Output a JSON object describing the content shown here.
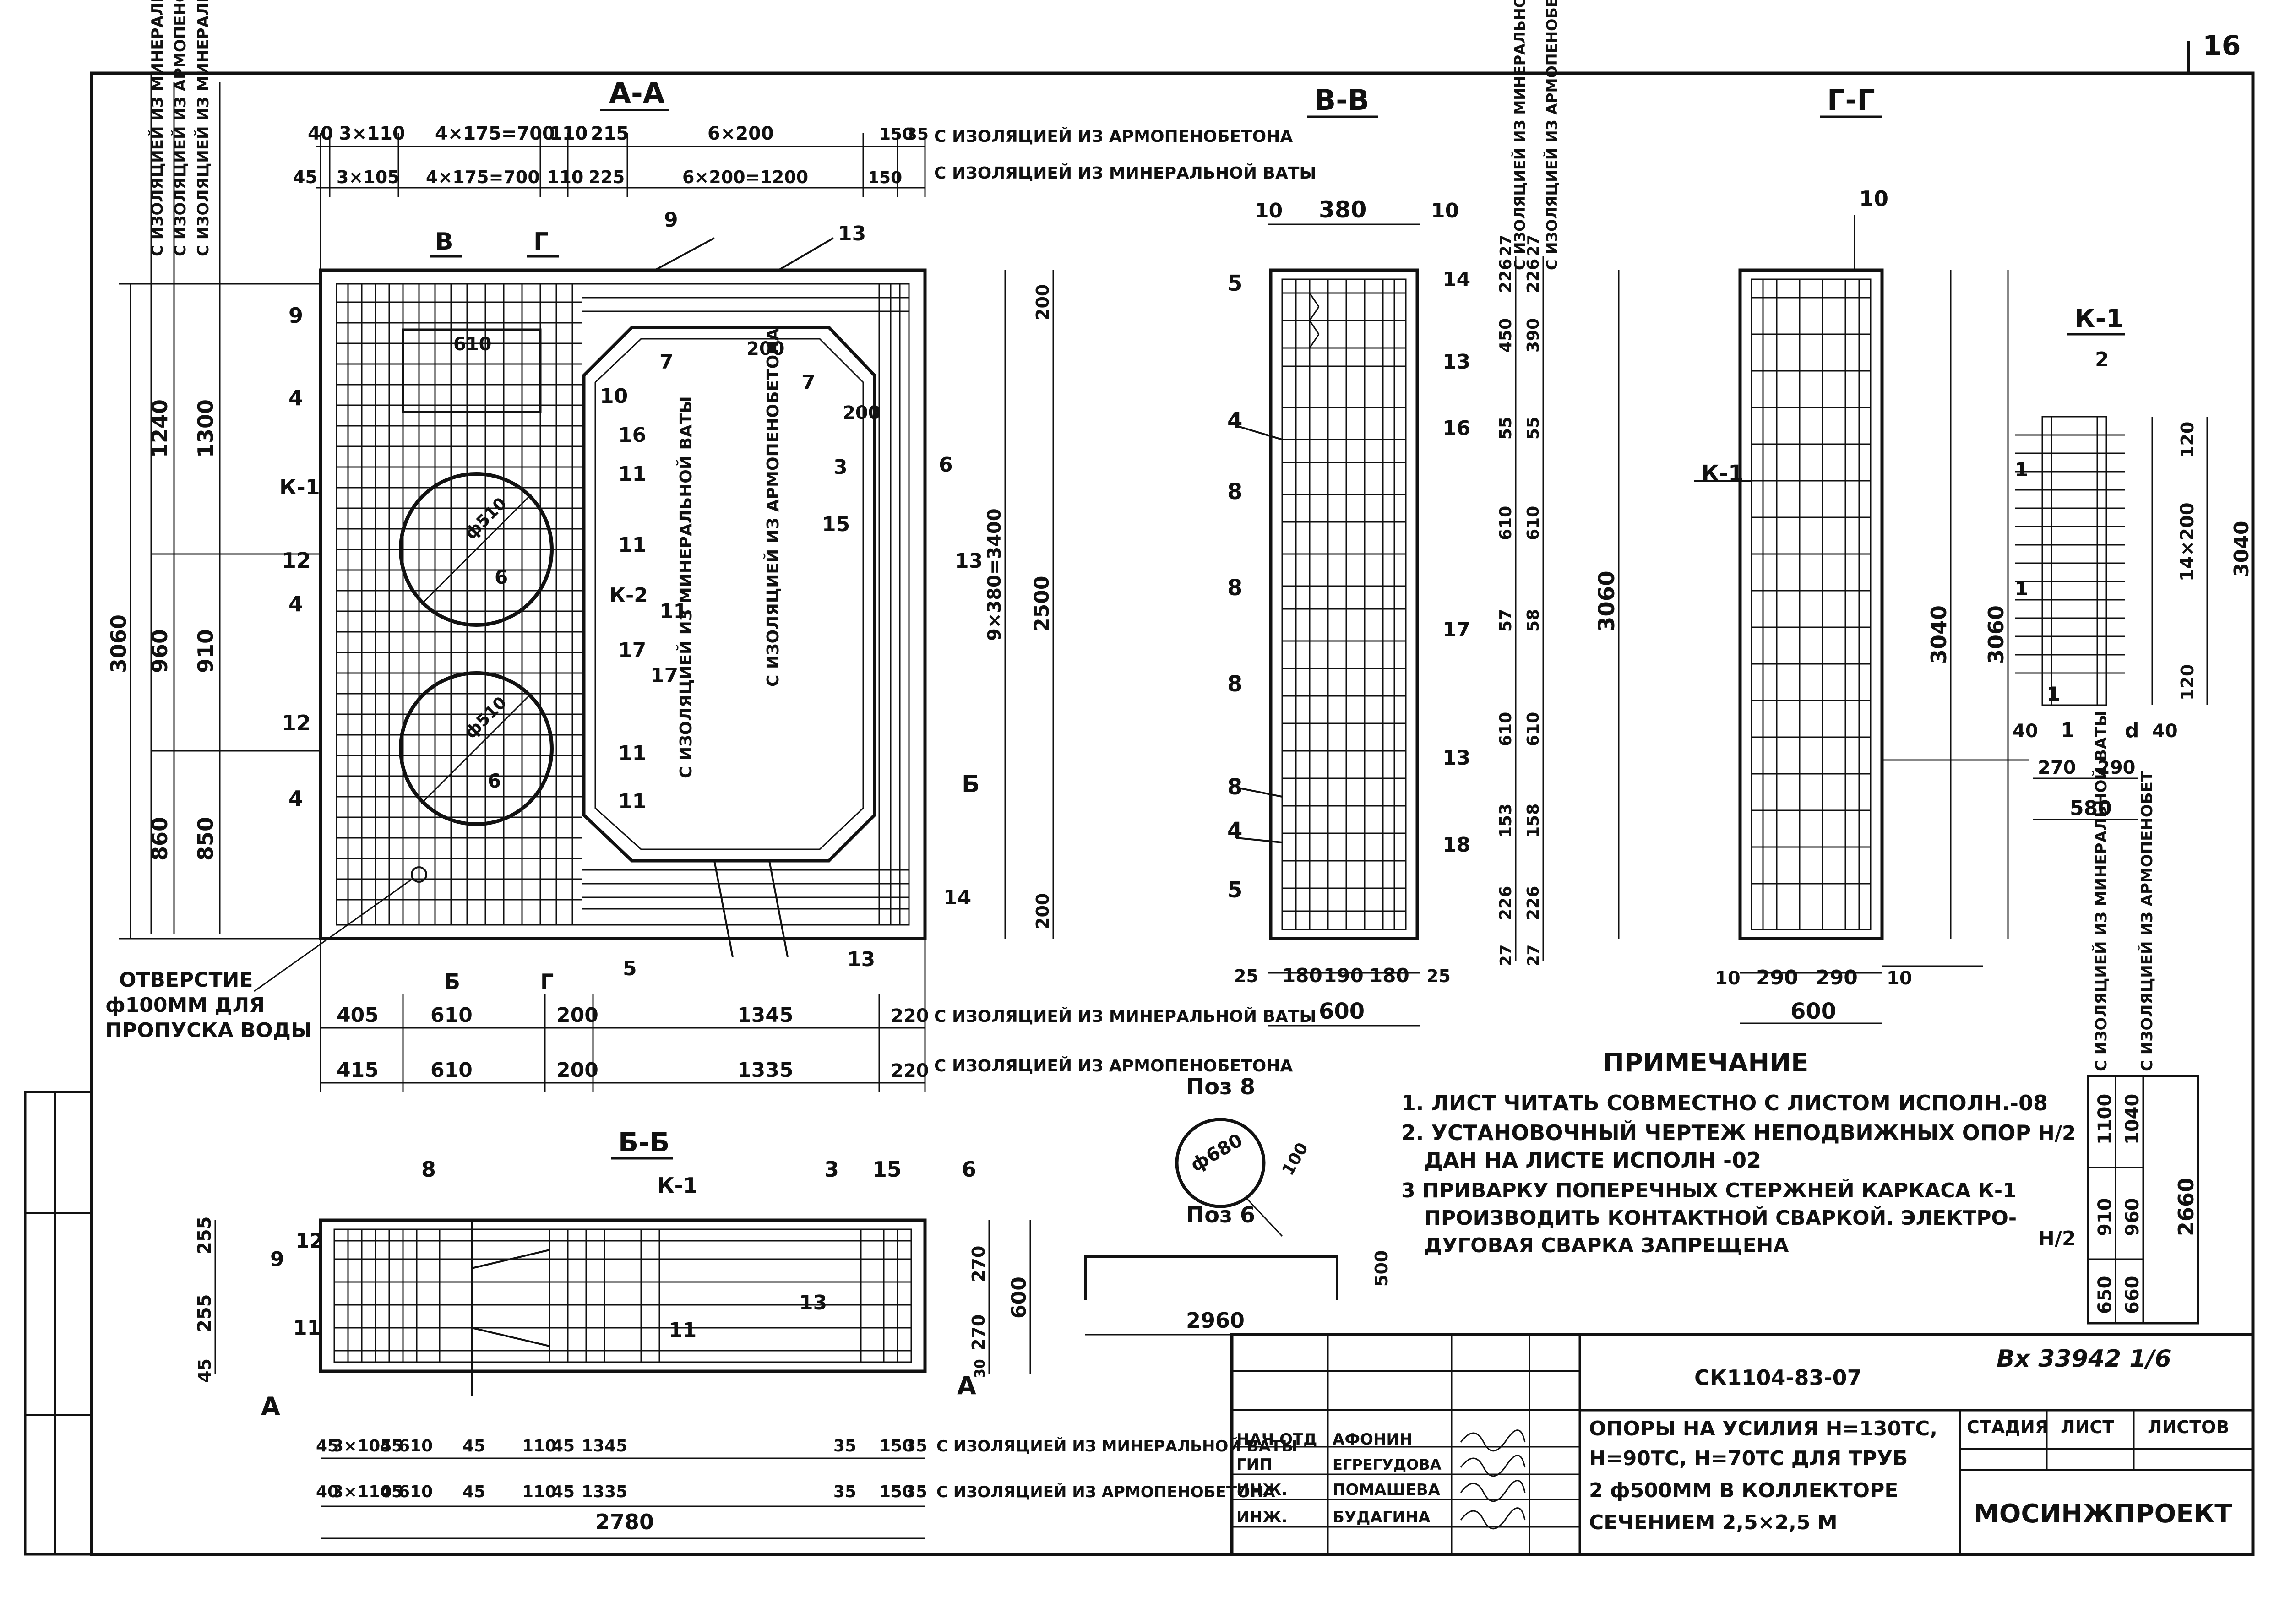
{
  "sheet": {
    "number": "16",
    "archive": "Вх 33942  1/6",
    "code": "СК1104-83-07"
  },
  "views": {
    "aa": {
      "title": "А-А",
      "dims_top_1": [
        "40",
        "3×110",
        "4×175=700",
        "110",
        "215",
        "6×200",
        "150",
        "35"
      ],
      "dims_top_2": [
        "45",
        "3×105",
        "4×175=700",
        "110",
        "225",
        "6×200=1200",
        "150"
      ],
      "dims_bottom_1": [
        "405",
        "610",
        "200",
        "1345",
        "220"
      ],
      "dims_bottom_2": [
        "415",
        "610",
        "200",
        "1335",
        "220"
      ],
      "dims_left_1": [
        "1240",
        "960",
        "860"
      ],
      "dims_left_2": [
        "1300",
        "910",
        "850"
      ],
      "dims_left_total": "3060",
      "dims_right": [
        "200",
        "2500",
        "9×380=3400",
        "200"
      ],
      "left_labels": [
        "9",
        "4",
        "К-1",
        "12",
        "4",
        "12",
        "4"
      ],
      "right_labels": [
        "10",
        "16",
        "11",
        "11",
        "К-2",
        "11",
        "17",
        "17",
        "11",
        "11"
      ],
      "side_notes": [
        "С ИЗОЛЯЦИЕЙ ИЗ МИНЕРАЛЬНОЙ ВАТЫ",
        "С ИЗОЛЯЦИЕЙ ИЗ АРМОПЕНОБЕТОНА",
        "С ИЗОЛЯЦИЕЙ ИЗ МИНЕРАЛЬНОЙ ВАТЫ"
      ],
      "top_notes": [
        "С ИЗОЛЯЦИЕЙ ИЗ АРМОПЕНОБЕТОНА",
        "С ИЗОЛЯЦИЕЙ ИЗ МИНЕРАЛЬНОЙ ВАТЫ"
      ],
      "bottom_notes": [
        "С ИЗОЛЯЦИЕЙ ИЗ МИНЕРАЛЬНОЙ ВАТЫ",
        "С ИЗОЛЯЦИЕЙ ИЗ АРМОПЕНОБЕТОНА"
      ],
      "opening_1": "610",
      "pipe_dia": "ф510",
      "hole_note_1": "ОТВЕРСТИЕ",
      "hole_note_2": "ф100ММ ДЛЯ",
      "hole_note_3": "ПРОПУСКА ВОДЫ",
      "cut_labels": [
        "В",
        "Г",
        "Б",
        "Б",
        "Г"
      ],
      "marks": [
        "9",
        "13",
        "7",
        "7",
        "3",
        "15",
        "13",
        "6",
        "5",
        "13",
        "14",
        "200",
        "200"
      ]
    },
    "vv": {
      "title": "В-В",
      "top": [
        "10",
        "380",
        "10"
      ],
      "bottom": [
        "25",
        "180",
        "190",
        "180",
        "25"
      ],
      "bottom_total": "600",
      "left_labels": [
        "5",
        "4",
        "8",
        "8",
        "8",
        "8",
        "4",
        "5"
      ],
      "right_labels": [
        "14",
        "13",
        "16",
        "17",
        "13",
        "18"
      ],
      "dims_a": [
        "226",
        "450",
        "55",
        "610",
        "57",
        "610",
        "153",
        "226"
      ],
      "dims_b": [
        "226",
        "390",
        "55",
        "610",
        "58",
        "610",
        "158",
        "226"
      ],
      "total": "3060",
      "edge": "27"
    },
    "gg": {
      "title": "Г-Г",
      "mark": "10",
      "bottom": [
        "10",
        "290",
        "290",
        "10"
      ],
      "bottom_total": "600",
      "left_label": "К-1",
      "dims_right": [
        "3040",
        "3060"
      ]
    },
    "k1": {
      "title": "К-1",
      "mark": "2",
      "left_labels": [
        "1",
        "1",
        "1"
      ],
      "dims_right": [
        "120",
        "14×200",
        "120"
      ],
      "total": "3040",
      "bottom": [
        "40",
        "1",
        "d",
        "40"
      ],
      "bottom_2": [
        "270",
        "290"
      ],
      "bottom_total": "580"
    },
    "bb": {
      "title": "Б-Б",
      "dims_left": [
        "255",
        "255",
        "45"
      ],
      "dims_right": [
        "270",
        "270",
        "30"
      ],
      "dims_right_total": "600",
      "top_labels": [
        "8",
        "К-1",
        "3",
        "15",
        "6"
      ],
      "side_labels": [
        "9",
        "12",
        "11",
        "11",
        "13"
      ],
      "dims_bottom_1": [
        "45",
        "3×105",
        "45",
        "610",
        "45",
        "110",
        "45",
        "1345",
        "35",
        "150",
        "35"
      ],
      "dims_bottom_2": [
        "40",
        "3×110",
        "45",
        "610",
        "45",
        "110",
        "45",
        "1335",
        "35",
        "150",
        "35"
      ],
      "total": "2780",
      "notes": [
        "С ИЗОЛЯЦИЕЙ ИЗ МИНЕРАЛЬНОЙ ВАТЫ",
        "С ИЗОЛЯЦИЕЙ ИЗ АРМОПЕНОБЕТОНА"
      ],
      "cut_labels": [
        "А",
        "А"
      ]
    },
    "pos8": {
      "title": "Поз 8",
      "dia": "ф680",
      "dim": "100"
    },
    "pos6": {
      "title": "Поз 6",
      "len": "2960",
      "h": "500"
    },
    "h2": {
      "labels": [
        "Н/2",
        "Н/2"
      ],
      "col1": [
        "1100",
        "910",
        "650"
      ],
      "col2": [
        "1040",
        "960",
        "660"
      ],
      "total": "2660",
      "headers": [
        "С ИЗОЛЯЦИЕЙ ИЗ МИНЕРАЛЬНОЙ ВАТЫ",
        "С ИЗОЛЯЦИЕЙ ИЗ АРМОПЕНОБЕТ"
      ]
    }
  },
  "notes": {
    "title": "ПРИМЕЧАНИЕ",
    "lines": [
      "1. ЛИСТ ЧИТАТЬ СОВМЕСТНО С ЛИСТОМ ИСПОЛН.-08",
      "2. УСТАНОВОЧНЫЙ ЧЕРТЕЖ НЕПОДВИЖНЫХ ОПОР",
      "ДАН НА ЛИСТЕ ИСПОЛН -02",
      "3 ПРИВАРКУ ПОПЕРЕЧНЫХ СТЕРЖНЕЙ КАРКАСА К-1",
      "ПРОИЗВОДИТЬ КОНТАКТНОЙ СВАРКОЙ. ЭЛЕКТРО-",
      "ДУГОВАЯ СВАРКА ЗАПРЕЩЕНА"
    ]
  },
  "title_block": {
    "roles": [
      "НАЧ ОТД",
      "ГИП",
      "ИНЖ.",
      "ИНЖ."
    ],
    "names": [
      "АФОНИН",
      "ЕГРЕГУДОВА",
      "ПОМАШЕВА",
      "БУДАГИНА"
    ],
    "description": [
      "ОПОРЫ НА УСИЛИЯ Н=130ТС,",
      "Н=90ТС, Н=70ТС ДЛЯ ТРУБ",
      "2 ф500ММ В КОЛЛЕКТОРЕ",
      "СЕЧЕНИЕМ 2,5×2,5 М"
    ],
    "stage_headers": [
      "СТАДИЯ",
      "ЛИСТ",
      "ЛИСТОВ"
    ],
    "org": "МОСИНЖПРОЕКТ"
  }
}
